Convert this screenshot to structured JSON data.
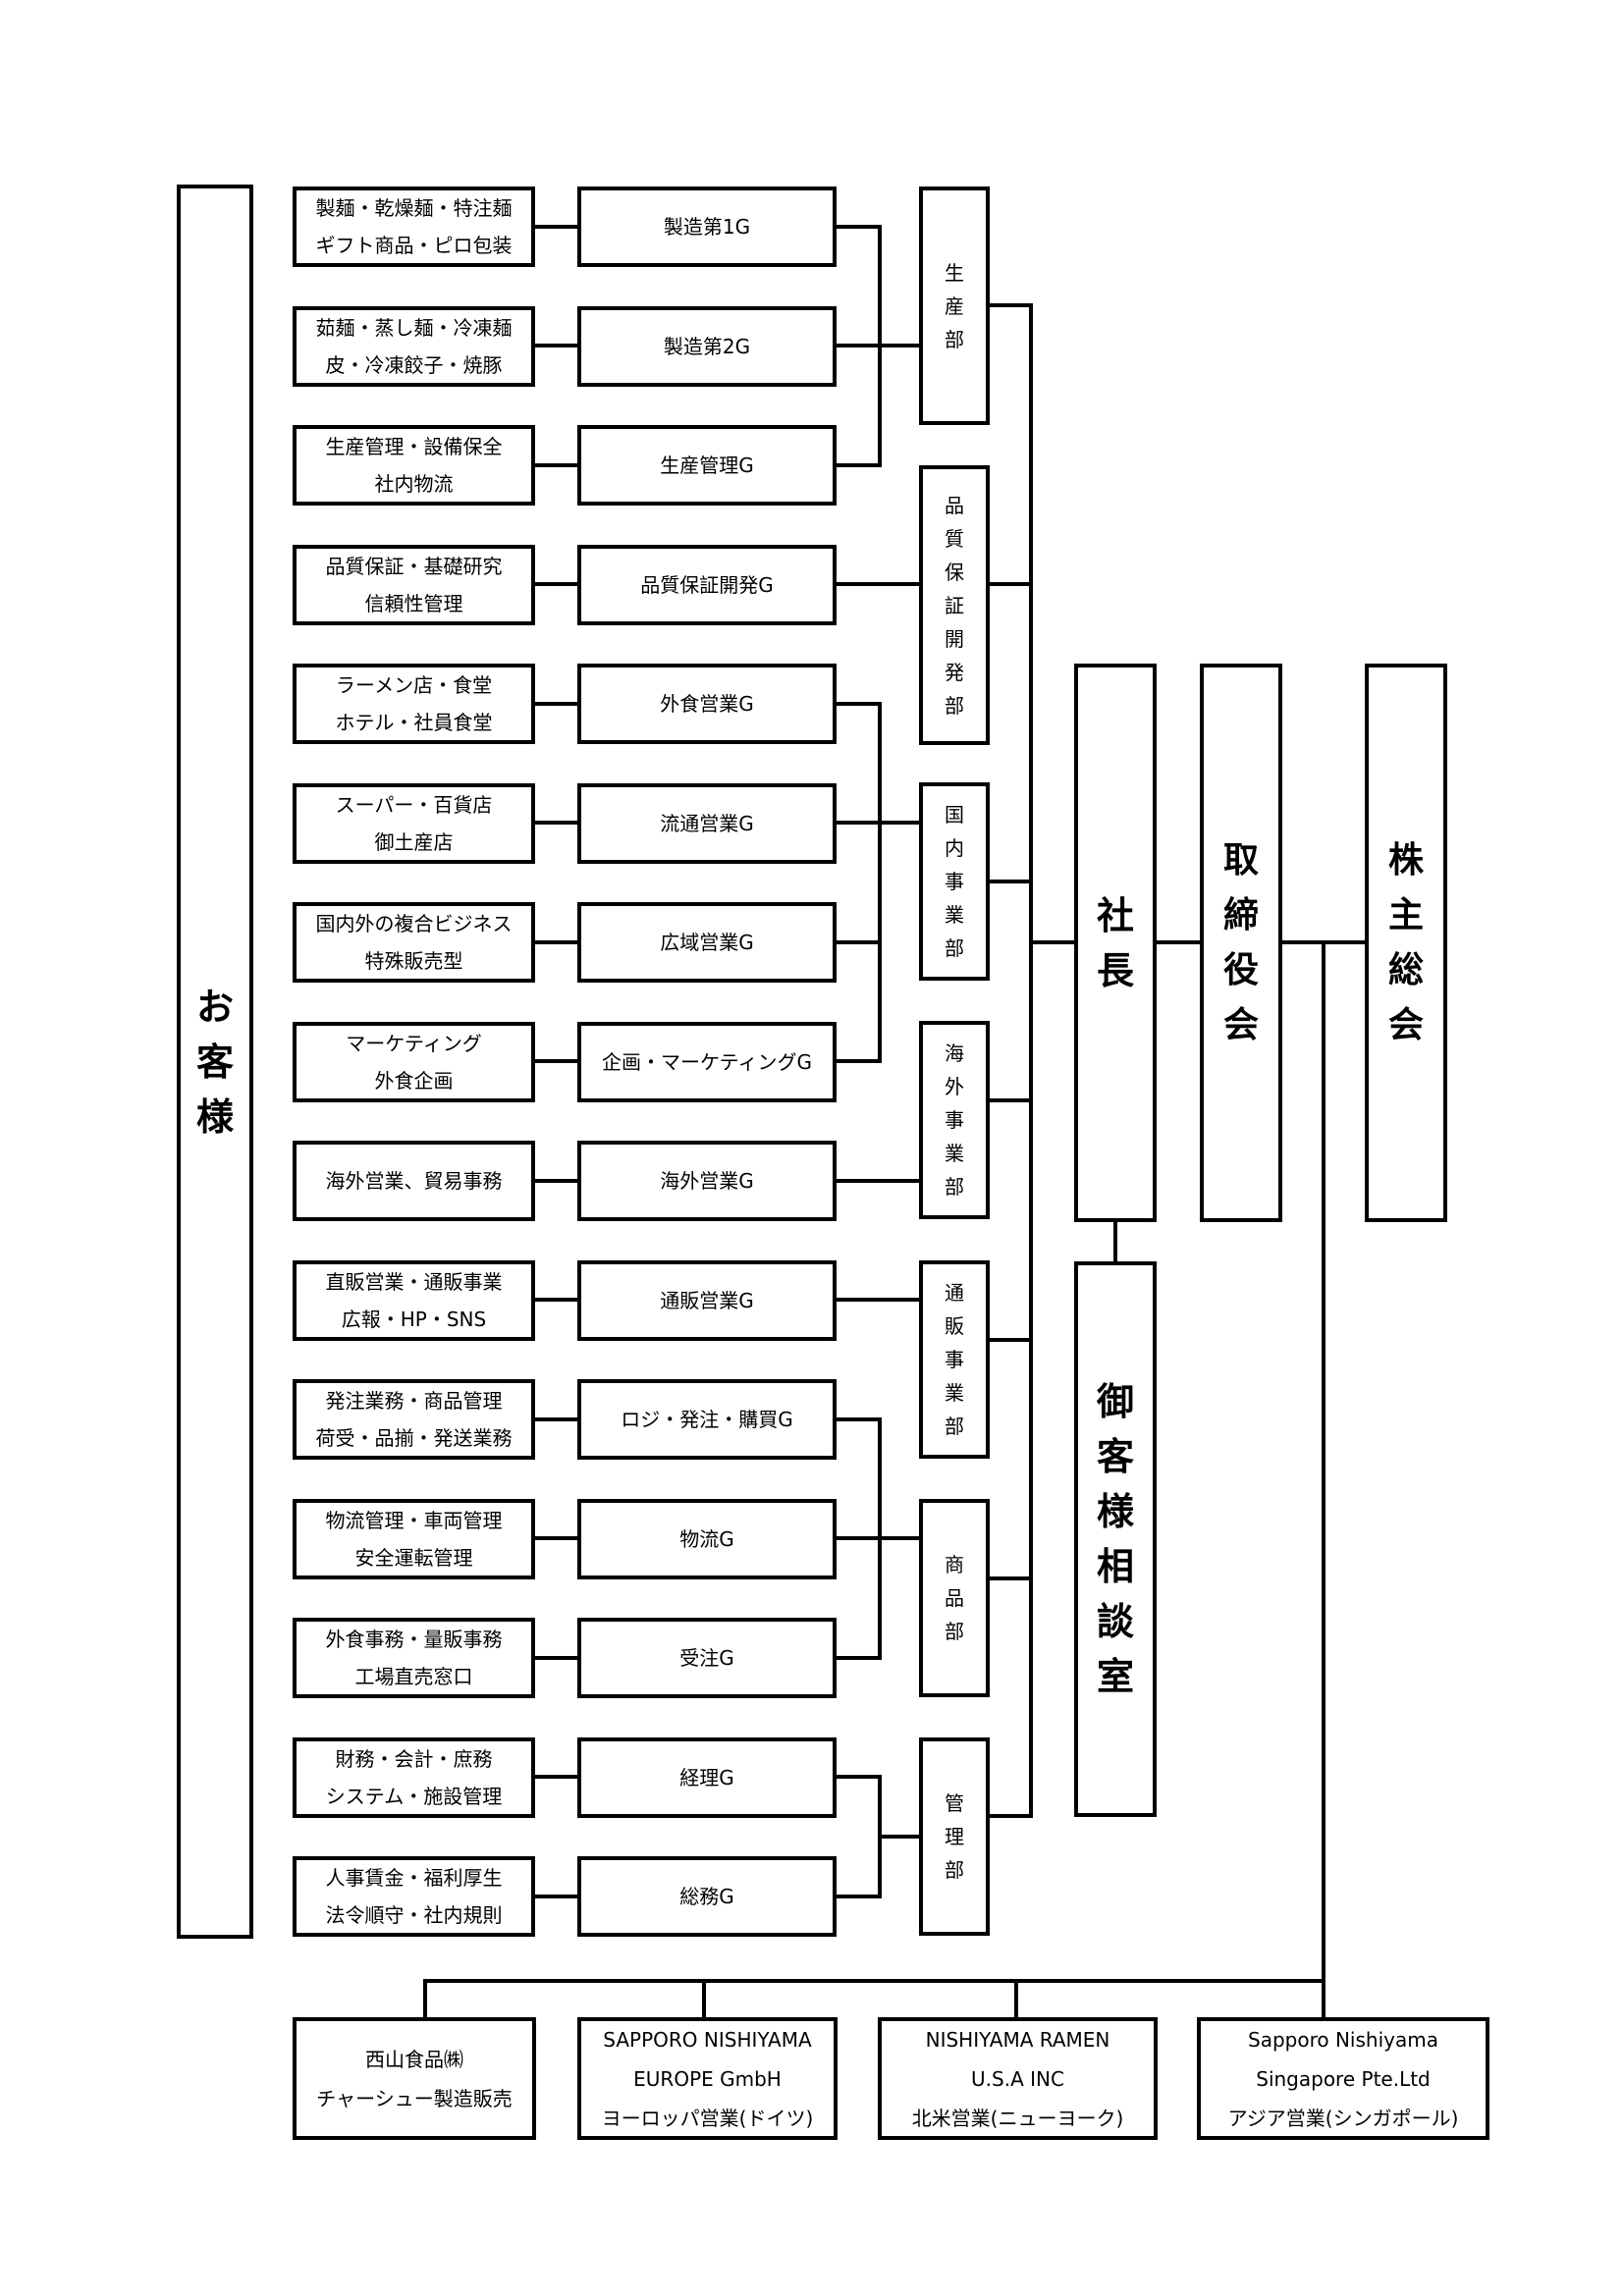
{
  "customer": "お客様",
  "desc_rows": [
    [
      "製麺・乾燥麺・特注麺",
      "ギフト商品・ピロ包装"
    ],
    [
      "茹麺・蒸し麺・冷凍麺",
      "皮・冷凍餃子・焼豚"
    ],
    [
      "生産管理・設備保全",
      "社内物流"
    ],
    [
      "品質保証・基礎研究",
      "信頼性管理"
    ],
    [
      "ラーメン店・食堂",
      "ホテル・社員食堂"
    ],
    [
      "スーパー・百貨店",
      "御土産店"
    ],
    [
      "国内外の複合ビジネス",
      "特殊販売型"
    ],
    [
      "マーケティング",
      "外食企画"
    ],
    [
      "海外営業、貿易事務"
    ],
    [
      "直販営業・通販事業",
      "広報・HP・SNS"
    ],
    [
      "発注業務・商品管理",
      "荷受・品揃・発送業務"
    ],
    [
      "物流管理・車両管理",
      "安全運転管理"
    ],
    [
      "外食事務・量販事務",
      "工場直売窓口"
    ],
    [
      "財務・会計・庶務",
      "システム・施設管理"
    ],
    [
      "人事賃金・福利厚生",
      "法令順守・社内規則"
    ]
  ],
  "groups": [
    "製造第1G",
    "製造第2G",
    "生産管理G",
    "品質保証開発G",
    "外食営業G",
    "流通営業G",
    "広域営業G",
    "企画・マーケティングG",
    "海外営業G",
    "通販営業G",
    "ロジ・発注・購買G",
    "物流G",
    "受注G",
    "経理G",
    "総務G"
  ],
  "departments": [
    "生産部",
    "品質保証開発部",
    "国内事業部",
    "海外事業部",
    "通販事業部",
    "商品部",
    "管理部"
  ],
  "president": "社長",
  "customer_consultation": "御客様相談室",
  "board": "取締役会",
  "shareholders": "株主総会",
  "subsidiaries": [
    [
      "西山食品㈱",
      "",
      "チャーシュー製造販売"
    ],
    [
      "SAPPORO NISHIYAMA",
      "EUROPE GmbH",
      "ヨーロッパ営業(ドイツ)"
    ],
    [
      "NISHIYAMA RAMEN",
      "U.S.A INC",
      "北米営業(ニューヨーク)"
    ],
    [
      "Sapporo Nishiyama",
      "Singapore Pte.Ltd",
      "アジア営業(シンガポール)"
    ]
  ]
}
